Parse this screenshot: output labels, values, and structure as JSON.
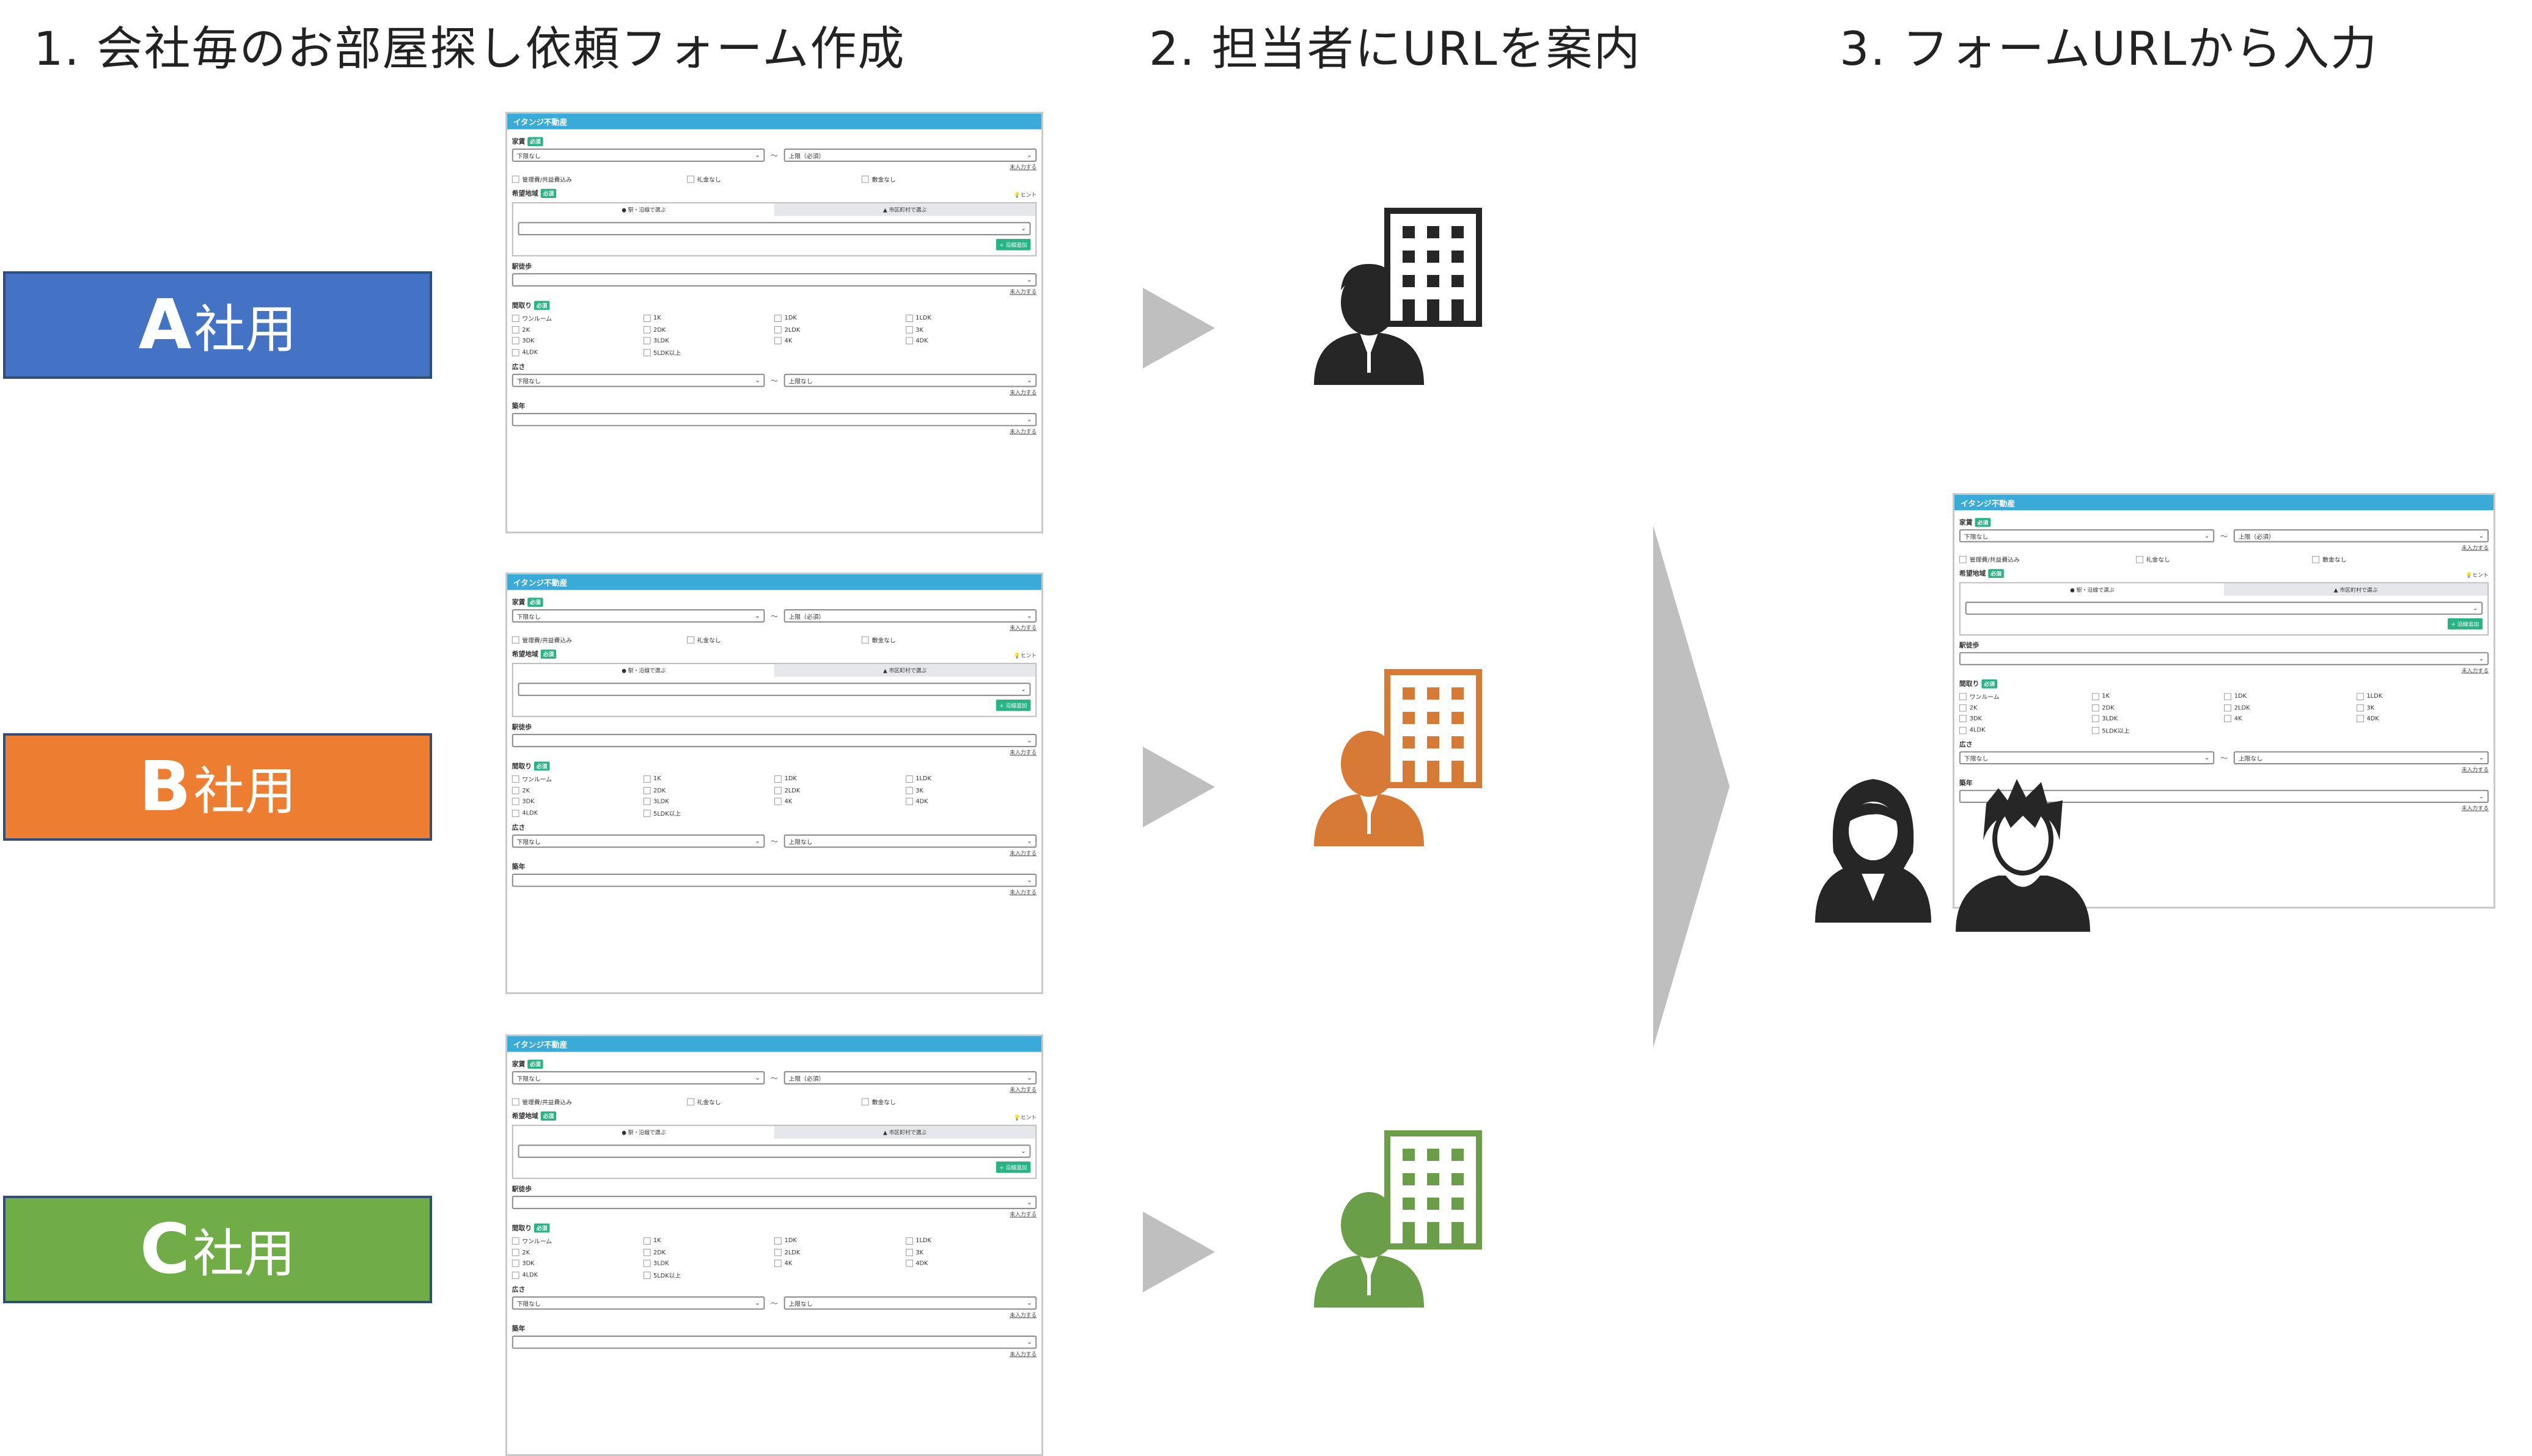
{
  "steps": [
    "1. 会社毎のお部屋探し依頼フォーム作成",
    "2. 担当者にURLを案内",
    "3.  フォームURLから入力"
  ],
  "companies": [
    {
      "letter": "A",
      "suffix": "社用",
      "color": "#4472c4"
    },
    {
      "letter": "B",
      "suffix": "社用",
      "color": "#ed7d31"
    },
    {
      "letter": "C",
      "suffix": "社用",
      "color": "#70ad47"
    }
  ],
  "icon_colors": {
    "a": "#262626",
    "b": "#d77a36",
    "c": "#6a9e48",
    "arrow": "#bfbfbf"
  },
  "icons": [
    "businessman-icon",
    "office-building-icon",
    "woman-icon",
    "young-man-icon"
  ],
  "form": {
    "header": "イタンジ不動産",
    "rent_label": "家賃",
    "required": "必須",
    "rent_min": "下限なし",
    "rent_max": "上限（必須）",
    "tilde": "〜",
    "clear": "未入力する",
    "fee_options": [
      "管理費/共益費込み",
      "礼金なし",
      "敷金なし"
    ],
    "area_label": "希望地域",
    "hint": "ヒント",
    "tab_station": "駅・沿線で選ぶ",
    "tab_city": "市区町村で選ぶ",
    "add_button": "+ 沿線追加",
    "walk_label": "駅徒歩",
    "layout_label": "間取り",
    "layouts": [
      "ワンルーム",
      "1K",
      "1DK",
      "1LDK",
      "2K",
      "2DK",
      "2LDK",
      "3K",
      "3DK",
      "3LDK",
      "4K",
      "4DK",
      "4LDK",
      "5LDK以上"
    ],
    "size_label": "広さ",
    "size_min": "下限なし",
    "size_max": "上限なし",
    "age_label": "築年"
  }
}
